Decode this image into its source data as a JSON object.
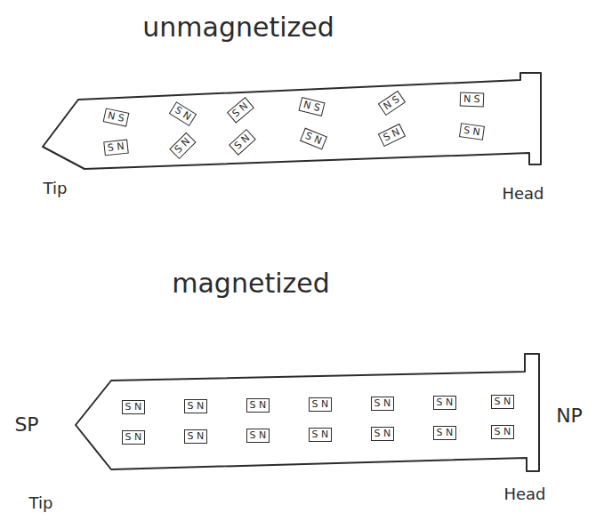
{
  "diagram": {
    "nodes": [
      {
        "text": [
          "N S"
        ]
      },
      {
        "text": [
          "S N"
        ]
      },
      {
        "text": [
          "S N"
        ]
      },
      {
        "text": [
          "N S"
        ]
      },
      {
        "text": [
          "N S"
        ]
      },
      {
        "text": [
          "N S"
        ]
      },
      {
        "text": [
          "S N"
        ]
      },
      {
        "text": [
          "S N"
        ]
      },
      {
        "text": [
          "S N"
        ]
      },
      {
        "text": [
          "S N"
        ]
      },
      {
        "text": [
          "S N"
        ]
      },
      {
        "text": [
          "S N"
        ]
      },
      {
        "text": [
          "S N"
        ]
      },
      {
        "text": [
          "S N"
        ]
      },
      {
        "text": [
          "S N"
        ]
      },
      {
        "text": [
          "S N"
        ]
      },
      {
        "text": [
          "S N"
        ]
      },
      {
        "text": [
          "S N"
        ]
      },
      {
        "text": [
          "S N"
        ]
      },
      {
        "text": [
          "S N"
        ]
      },
      {
        "text": [
          "S N"
        ]
      },
      {
        "text": [
          "S N"
        ]
      },
      {
        "text": [
          "S N"
        ]
      },
      {
        "text": [
          "S N"
        ]
      },
      {
        "text": [
          "S N"
        ]
      },
      {
        "text": [
          "S N"
        ]
      }
    ],
    "labels": [
      "unmagnetized",
      "Tip",
      "Head",
      "magnetized",
      "SP",
      "NP",
      "Tip",
      "Head"
    ]
  }
}
